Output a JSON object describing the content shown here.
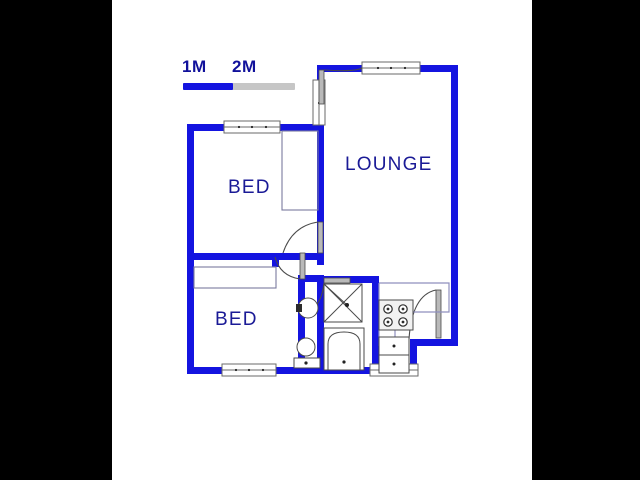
{
  "image": {
    "type": "architectural-floor-plan",
    "background_color": "#000000",
    "canvas_color": "#ffffff",
    "wall_color": "#1414e0",
    "fixture_outline_color": "#7a7a9e",
    "label_color": "#1a1a96"
  },
  "scale": {
    "label_1m": "1M",
    "label_2m": "2M",
    "filled_color": "#1414e0",
    "track_color": "#c6c6c6",
    "filled_fraction": "0.45"
  },
  "rooms": [
    {
      "id": "lounge",
      "label": "LOUNGE"
    },
    {
      "id": "bed-top",
      "label": "BED"
    },
    {
      "id": "bed-bottom",
      "label": "BED"
    }
  ],
  "fixtures": [
    {
      "name": "shower",
      "room": "bathroom"
    },
    {
      "name": "bathtub",
      "room": "bathroom"
    },
    {
      "name": "toilet",
      "room": "bathroom"
    },
    {
      "name": "wash-basin",
      "room": "bathroom"
    },
    {
      "name": "stove-four-burner",
      "room": "kitchen"
    },
    {
      "name": "double-sink",
      "room": "kitchen"
    },
    {
      "name": "counter",
      "room": "kitchen"
    }
  ],
  "openings": {
    "windows": 6,
    "doors": 5
  }
}
